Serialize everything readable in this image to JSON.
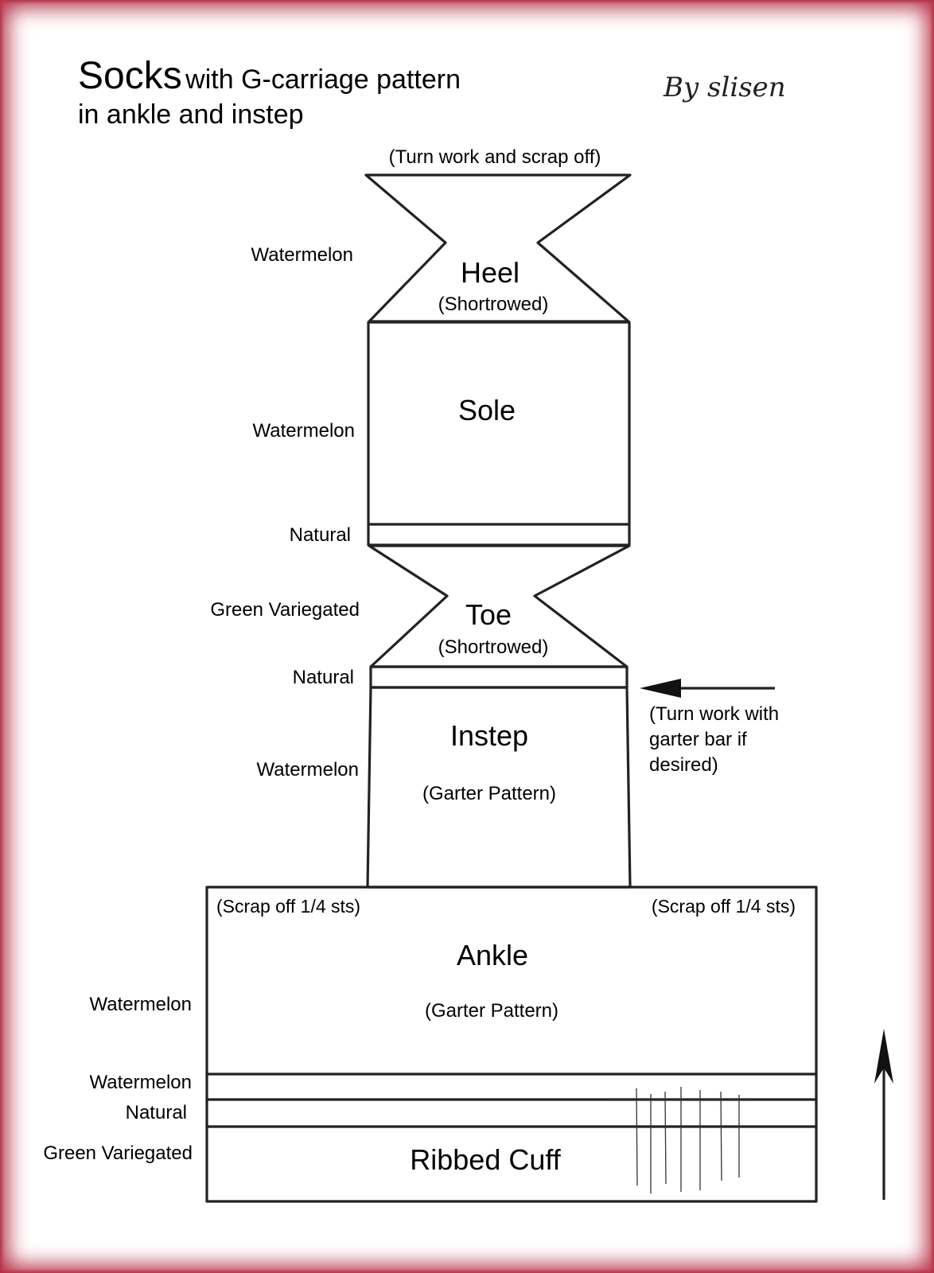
{
  "title": {
    "word": "Socks",
    "rest": "with G-carriage pattern",
    "line2": "in ankle and instep"
  },
  "byline": "By slisen",
  "notes": {
    "top": "(Turn work and scrap off)",
    "turn_garter": [
      "(Turn work with",
      "garter bar if",
      "desired)"
    ],
    "scrap_left": "(Scrap off 1/4 sts)",
    "scrap_right": "(Scrap off 1/4 sts)"
  },
  "sections": {
    "heel": {
      "name": "Heel",
      "sub": "(Shortrowed)"
    },
    "sole": {
      "name": "Sole"
    },
    "toe": {
      "name": "Toe",
      "sub": "(Shortrowed)"
    },
    "instep": {
      "name": "Instep",
      "sub": "(Garter Pattern)"
    },
    "ankle": {
      "name": "Ankle",
      "sub": "(Garter Pattern)"
    },
    "cuff": {
      "name": "Ribbed Cuff"
    }
  },
  "colors": {
    "heel": "Watermelon",
    "sole": "Watermelon",
    "sole_band": "Natural",
    "toe": "Green Variegated",
    "toe_band": "Natural",
    "instep": "Watermelon",
    "ankle": "Watermelon",
    "ankle_band_1": "Watermelon",
    "ankle_band_2": "Natural",
    "cuff": "Green Variegated"
  },
  "style": {
    "frame_color": "#b8324a",
    "line_color": "#222222"
  }
}
